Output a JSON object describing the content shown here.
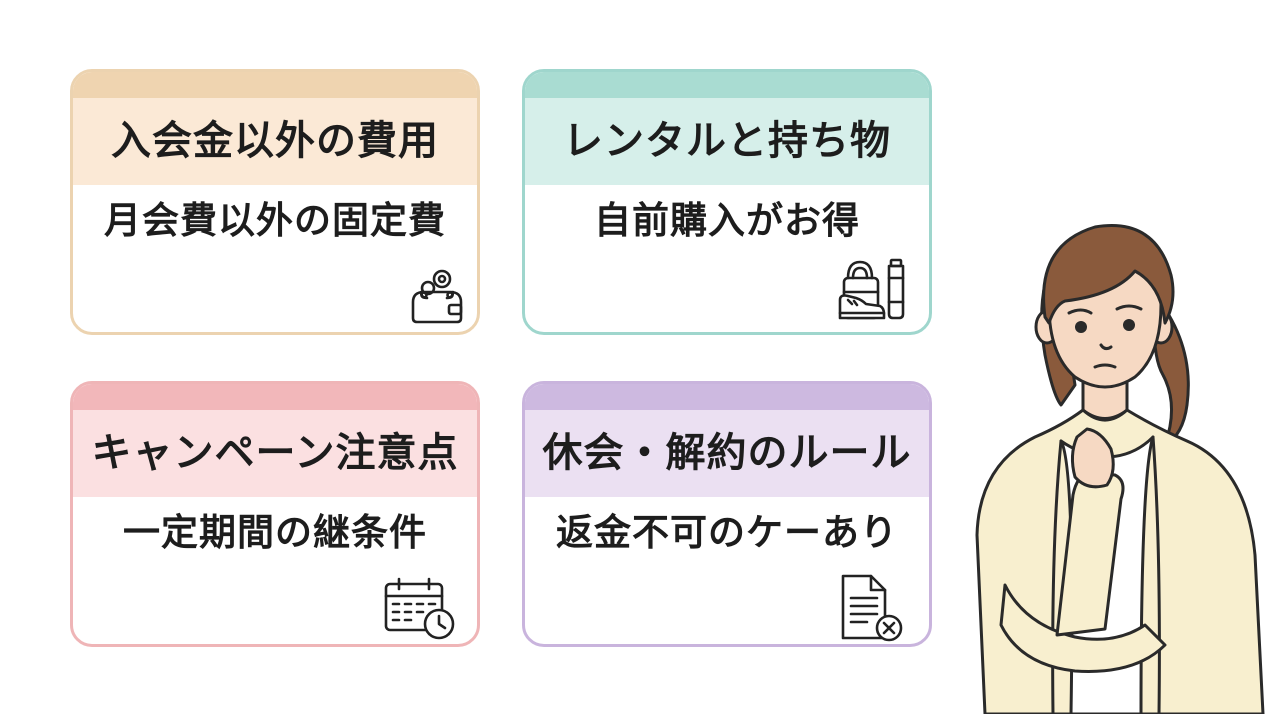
{
  "cards": [
    {
      "title": "入会金以外の費用",
      "subtitle": "月会費以外の固定費",
      "icon": "wallet-icon"
    },
    {
      "title": "レンタルと持ち物",
      "subtitle": "自前購入がお得",
      "icon": "gym-bag-shoes-bottle-icon"
    },
    {
      "title": "キャンペーン注意点",
      "subtitle": "一定期間の継条件",
      "icon": "calendar-clock-icon"
    },
    {
      "title": "休会・解約のルール",
      "subtitle": "返金不可のケーあり",
      "icon": "document-cancel-icon"
    }
  ],
  "illustration": "thinking-woman-illustration",
  "colors": {
    "card1_accent": "#efd4b0",
    "card2_accent": "#a9dcd2",
    "card3_accent": "#f2b7ba",
    "card4_accent": "#cdb9e0"
  }
}
